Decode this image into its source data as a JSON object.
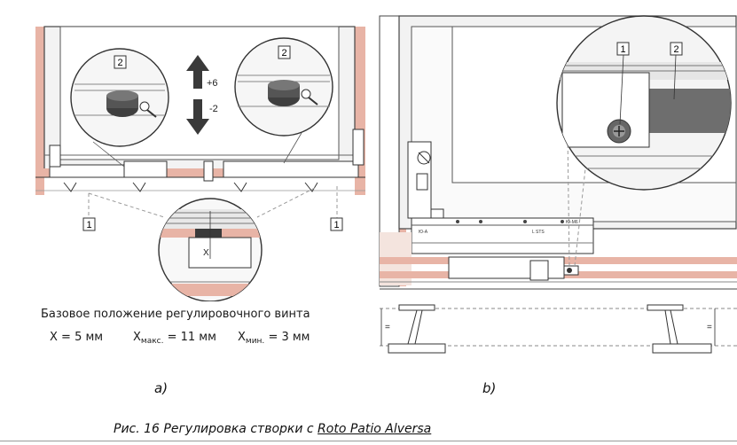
{
  "figure_a": {
    "label": "a)",
    "callouts": {
      "screw": "2",
      "fitting": "1"
    },
    "adjust_up": "+6",
    "adjust_down": "-2",
    "dimension_letter": "X",
    "text_title": "Базовое положение регулировочного винта",
    "x_value": "X = 5 мм",
    "x_max_prefix": "X",
    "x_max_sub": "макс.",
    "x_max_value": "= 11 мм",
    "x_min_prefix": "X",
    "x_min_sub": "мин.",
    "x_min_value": "= 3 мм"
  },
  "figure_b": {
    "label": "b)",
    "callouts": {
      "screw": "1",
      "cover": "2"
    },
    "rail_text_left": "Ю-А",
    "rail_text_mid": "L STS",
    "rail_text_right": "Ю-М6",
    "equal_mark": "="
  },
  "caption": {
    "prefix": "Рис. 16 Регулировка створки  с ",
    "brand": "Roto Patio Alversa"
  },
  "colors": {
    "frame_salmon": "#e8b4a6",
    "frame_light": "#f4e4de",
    "line_dark": "#333333",
    "dash": "#888888"
  }
}
